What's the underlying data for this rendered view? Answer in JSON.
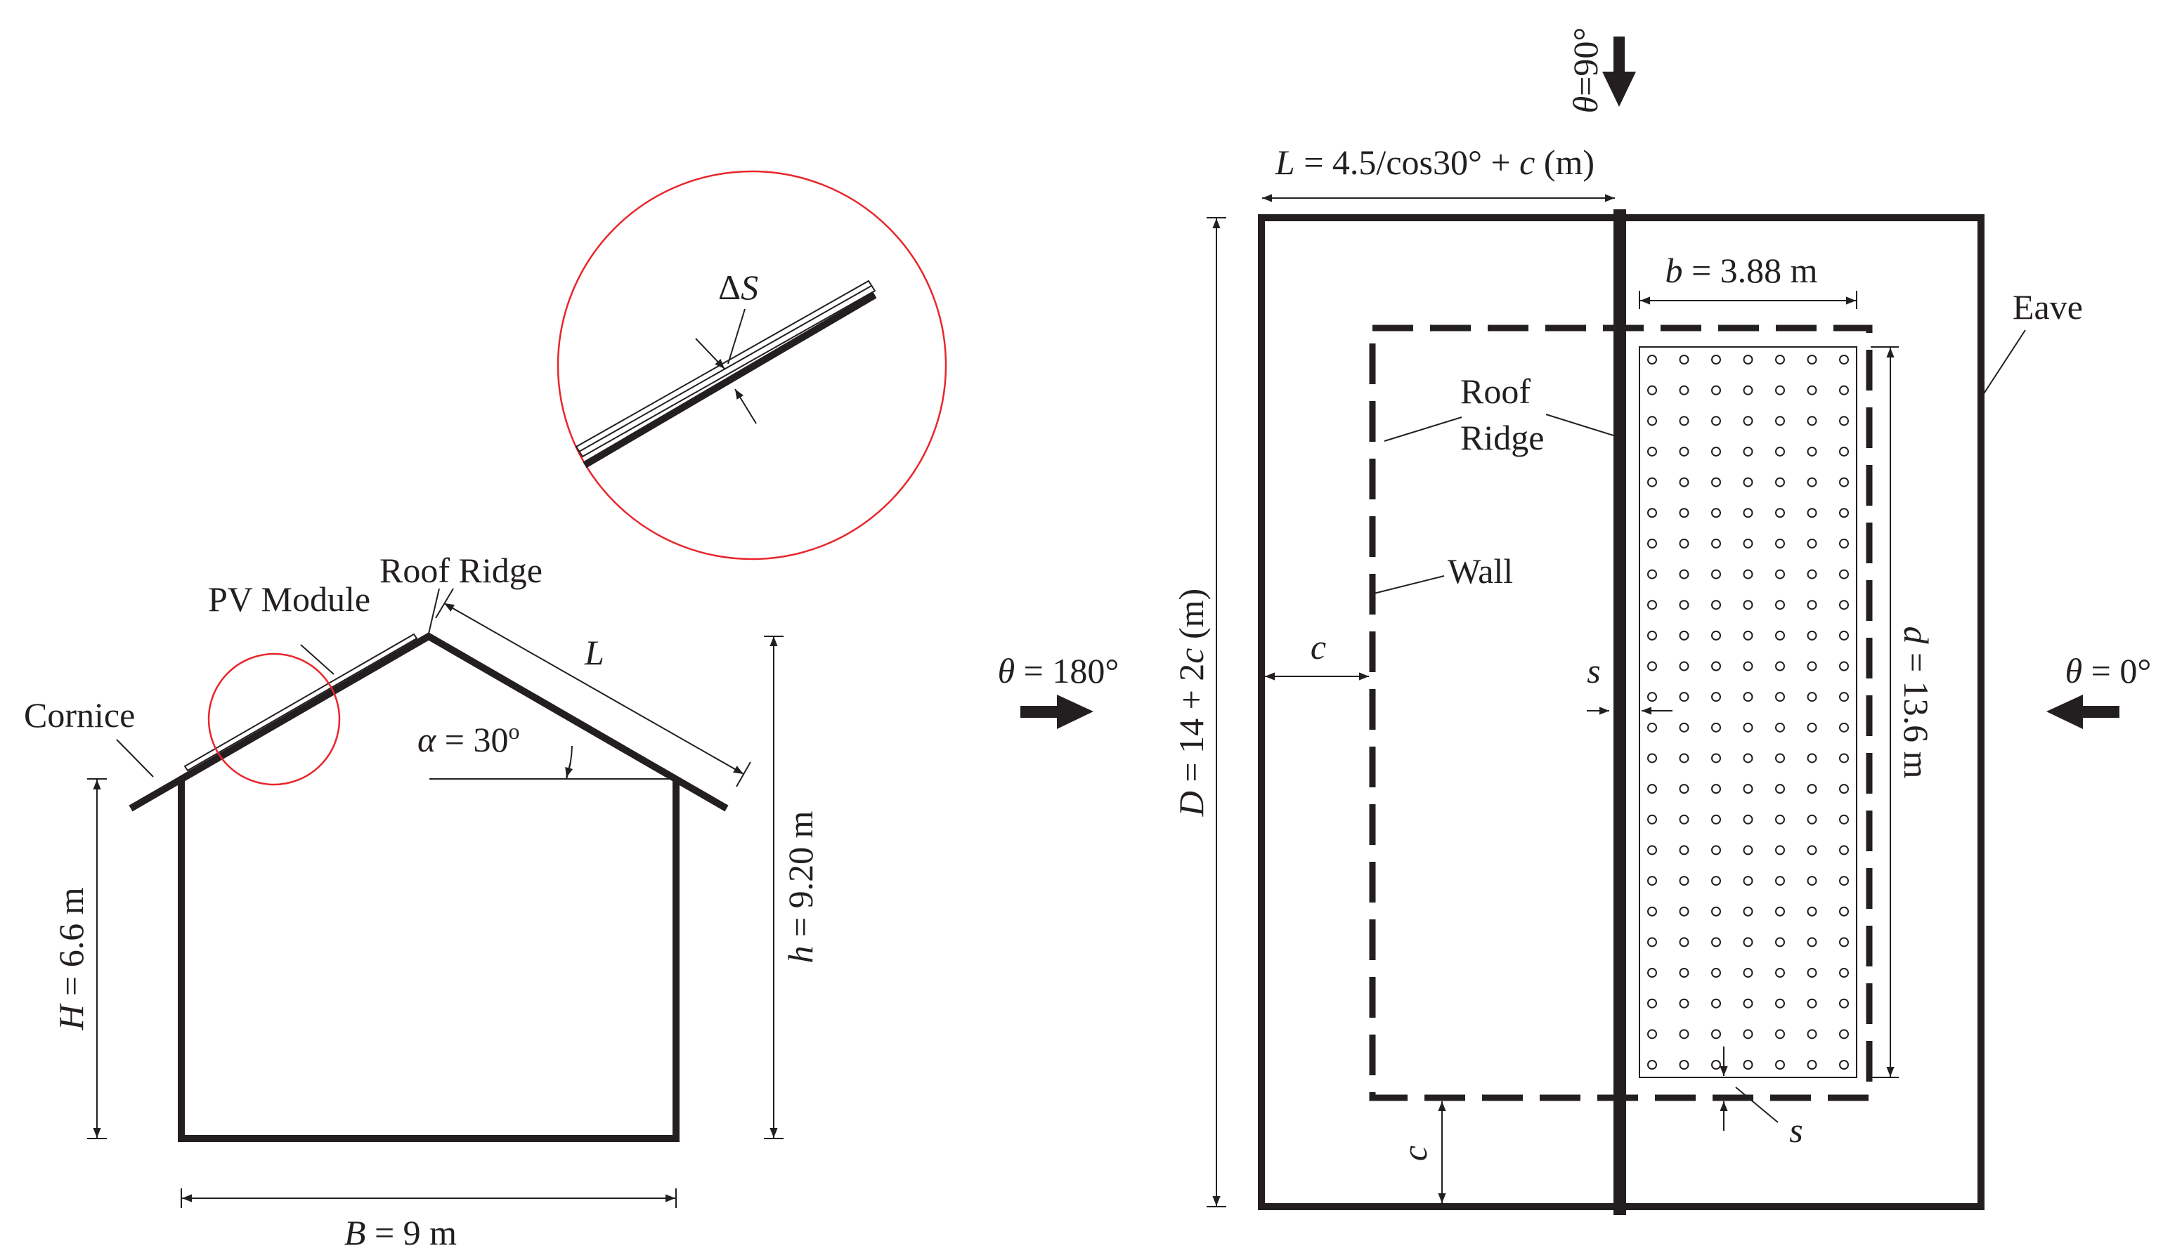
{
  "colors": {
    "line": "#231f20",
    "detail_circle": "#e8262c"
  },
  "elevation": {
    "label_pv_module": "PV Module",
    "label_roof_ridge": "Roof Ridge",
    "label_cornice": "Cornice",
    "label_L": "L",
    "angle": {
      "symbol": "α",
      "text": " = 30",
      "sup": "o"
    },
    "H_dim": {
      "var": "H",
      "text": " = 6.6 m"
    },
    "h_dim": {
      "var": "h",
      "text": " = 9.20 m"
    },
    "B_dim": {
      "var": "B",
      "text": " = 9 m"
    },
    "detail": {
      "prefix": "Δ",
      "var": "S"
    }
  },
  "plan": {
    "theta_90": {
      "var": "θ",
      "text": "=90°"
    },
    "theta_180": {
      "var": "θ",
      "text": " = 180°"
    },
    "theta_0": {
      "var": "θ",
      "text": " = 0°"
    },
    "L_dim": {
      "var": "L",
      "text": " = 4.5/cos30° + ",
      "var2": "c",
      "text2": " (m)"
    },
    "b_dim": {
      "var": "b",
      "text": " = 3.88 m"
    },
    "d_dim": {
      "var": "d",
      "text": " = 13.6 m"
    },
    "D_dim": {
      "var": "D",
      "text": " = 14 + 2",
      "var2": "c",
      "text2": " (m)"
    },
    "label_eave": "Eave",
    "label_roof": "Roof",
    "label_ridge": "Ridge",
    "label_wall": "Wall",
    "label_c_left": "c",
    "label_c_bottom": "c",
    "label_s_mid": "s",
    "label_s_bottom": "s",
    "module_grid": {
      "rows": 24,
      "cols": 7
    }
  }
}
